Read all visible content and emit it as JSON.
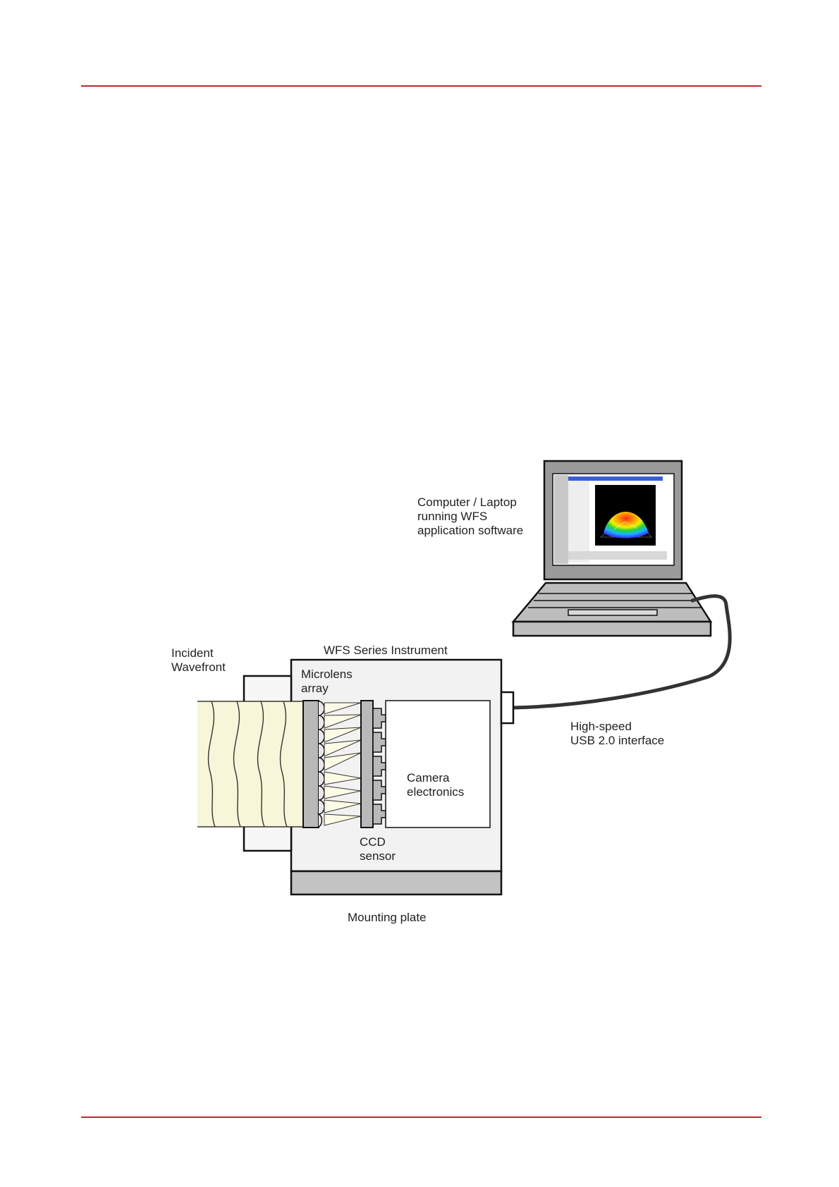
{
  "colors": {
    "rule": "#c0282d",
    "beam": "#f8f6d9",
    "housing": "#f2f2f2",
    "plate": "#c3c3c3",
    "stroke": "#1f1f1f"
  },
  "labels": {
    "computer": [
      "Computer / Laptop",
      "running WFS",
      "application software"
    ],
    "incident": [
      "Incident",
      "Wavefront"
    ],
    "instrument": "WFS Series Instrument",
    "microlens": [
      "Microlens",
      "array"
    ],
    "usb": [
      "High-speed",
      "USB 2.0 interface"
    ],
    "camera": [
      "Camera",
      "electronics"
    ],
    "ccd": [
      "CCD",
      "sensor"
    ],
    "mounting": "Mounting plate"
  },
  "icons": {
    "laptop": "laptop-icon",
    "wavefront_plot": "wavefront-3d-plot-icon",
    "usb_cable": "usb-cable-icon"
  }
}
